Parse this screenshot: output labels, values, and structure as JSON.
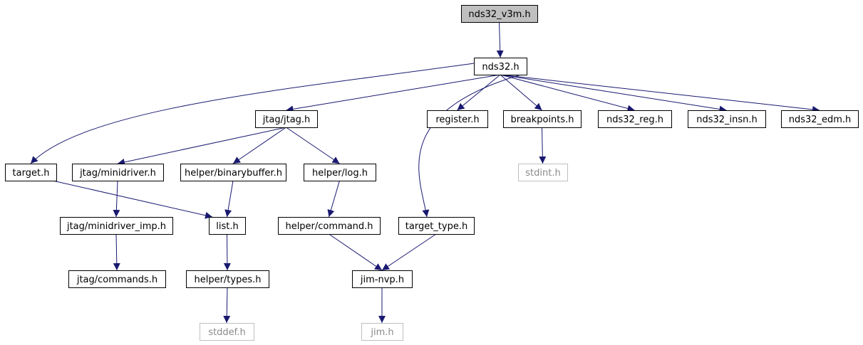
{
  "graph": {
    "colors": {
      "edge": "#191970",
      "root_fill": "#bfbfbf",
      "node_border": "#000000",
      "system_border": "#bfbfbf",
      "system_text": "#8a8a8a"
    },
    "nodes": [
      {
        "id": "nds32_v3m",
        "label": "nds32_v3m.h",
        "kind": "root"
      },
      {
        "id": "nds32",
        "label": "nds32.h",
        "kind": "normal"
      },
      {
        "id": "jtag",
        "label": "jtag/jtag.h",
        "kind": "normal"
      },
      {
        "id": "register",
        "label": "register.h",
        "kind": "normal"
      },
      {
        "id": "breakpoints",
        "label": "breakpoints.h",
        "kind": "normal"
      },
      {
        "id": "nds32_reg",
        "label": "nds32_reg.h",
        "kind": "normal"
      },
      {
        "id": "nds32_insn",
        "label": "nds32_insn.h",
        "kind": "normal"
      },
      {
        "id": "nds32_edm",
        "label": "nds32_edm.h",
        "kind": "normal"
      },
      {
        "id": "target",
        "label": "target.h",
        "kind": "normal"
      },
      {
        "id": "minidriver",
        "label": "jtag/minidriver.h",
        "kind": "normal"
      },
      {
        "id": "binarybuffer",
        "label": "helper/binarybuffer.h",
        "kind": "normal"
      },
      {
        "id": "log",
        "label": "helper/log.h",
        "kind": "normal"
      },
      {
        "id": "stdint",
        "label": "stdint.h",
        "kind": "system"
      },
      {
        "id": "minidriver_imp",
        "label": "jtag/minidriver_imp.h",
        "kind": "normal"
      },
      {
        "id": "list",
        "label": "list.h",
        "kind": "normal"
      },
      {
        "id": "command",
        "label": "helper/command.h",
        "kind": "normal"
      },
      {
        "id": "target_type",
        "label": "target_type.h",
        "kind": "normal"
      },
      {
        "id": "commands",
        "label": "jtag/commands.h",
        "kind": "normal"
      },
      {
        "id": "types",
        "label": "helper/types.h",
        "kind": "normal"
      },
      {
        "id": "jim_nvp",
        "label": "jim-nvp.h",
        "kind": "normal"
      },
      {
        "id": "stddef",
        "label": "stddef.h",
        "kind": "system"
      },
      {
        "id": "jim",
        "label": "jim.h",
        "kind": "system"
      }
    ],
    "edges": [
      [
        "nds32_v3m",
        "nds32"
      ],
      [
        "nds32",
        "jtag"
      ],
      [
        "nds32",
        "register"
      ],
      [
        "nds32",
        "breakpoints"
      ],
      [
        "nds32",
        "nds32_reg"
      ],
      [
        "nds32",
        "nds32_insn"
      ],
      [
        "nds32",
        "nds32_edm"
      ],
      [
        "nds32",
        "target"
      ],
      [
        "nds32",
        "target_type"
      ],
      [
        "jtag",
        "minidriver"
      ],
      [
        "jtag",
        "binarybuffer"
      ],
      [
        "jtag",
        "log"
      ],
      [
        "breakpoints",
        "stdint"
      ],
      [
        "target",
        "list"
      ],
      [
        "minidriver",
        "minidriver_imp"
      ],
      [
        "binarybuffer",
        "list"
      ],
      [
        "log",
        "command"
      ],
      [
        "minidriver_imp",
        "commands"
      ],
      [
        "list",
        "types"
      ],
      [
        "command",
        "jim_nvp"
      ],
      [
        "target_type",
        "jim_nvp"
      ],
      [
        "types",
        "stddef"
      ],
      [
        "jim_nvp",
        "jim"
      ]
    ]
  }
}
